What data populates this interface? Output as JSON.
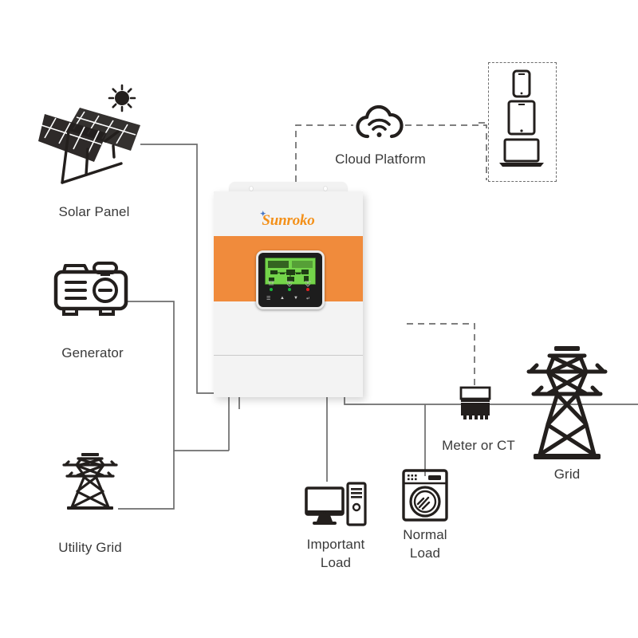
{
  "diagram": {
    "title": "Hybrid Solar Inverter System Connection Diagram",
    "background": "#ffffff",
    "wire_color": "#6d6d6d",
    "icon_color": "#231f1d",
    "label_color": "#3a3a3a"
  },
  "inverter": {
    "brand": "unroko",
    "brand_initial": "S",
    "brand_color": "#f39019",
    "band_color": "#f08b3c",
    "body_color": "#f3f3f3",
    "lcd": {
      "screen_color": "#74d44a",
      "leds": [
        {
          "name": "ac-led",
          "color": "#19b83a"
        },
        {
          "name": "pv-led",
          "color": "#19b83a"
        },
        {
          "name": "fault-led",
          "color": "#e02020"
        }
      ],
      "keys": [
        "☰",
        "▲",
        "▼",
        "↵"
      ]
    }
  },
  "nodes": [
    {
      "name": "solar-panel",
      "label": "Solar Panel",
      "icon": "solar-panel-icon"
    },
    {
      "name": "generator",
      "label": "Generator",
      "icon": "generator-icon"
    },
    {
      "name": "utility-grid",
      "label": "Utility Grid",
      "icon": "pylon-icon"
    },
    {
      "name": "cloud-platform",
      "label": "Cloud Platform",
      "icon": "cloud-wifi-icon"
    },
    {
      "name": "user-devices",
      "label": "",
      "icon": "devices-icon"
    },
    {
      "name": "important-load",
      "label": "Important\nLoad",
      "icon": "computer-icon"
    },
    {
      "name": "normal-load",
      "label": "Normal\nLoad",
      "icon": "washing-machine-icon"
    },
    {
      "name": "meter-ct",
      "label": "Meter or CT",
      "icon": "meter-icon"
    },
    {
      "name": "grid",
      "label": "Grid",
      "icon": "pylon-large-icon"
    }
  ],
  "labels": {
    "solar_panel": "Solar Panel",
    "generator": "Generator",
    "utility_grid": "Utility Grid",
    "cloud_platform": "Cloud Platform",
    "important_load": "Important\nLoad",
    "normal_load": "Normal\nLoad",
    "meter_or_ct": "Meter or CT",
    "grid": "Grid"
  },
  "connections": [
    {
      "from": "solar-panel",
      "to": "inverter",
      "style": "solid"
    },
    {
      "from": "generator",
      "to": "inverter",
      "style": "solid"
    },
    {
      "from": "utility-grid",
      "to": "inverter",
      "style": "solid"
    },
    {
      "from": "inverter",
      "to": "important-load",
      "style": "solid"
    },
    {
      "from": "inverter",
      "to": "normal-load",
      "style": "solid"
    },
    {
      "from": "inverter",
      "to": "meter-ct",
      "style": "solid"
    },
    {
      "from": "meter-ct",
      "to": "grid",
      "style": "solid"
    },
    {
      "from": "inverter",
      "to": "cloud-platform",
      "style": "dashed"
    },
    {
      "from": "cloud-platform",
      "to": "user-devices",
      "style": "dashed"
    },
    {
      "from": "inverter",
      "to": "meter-ct",
      "style": "dashed"
    }
  ]
}
